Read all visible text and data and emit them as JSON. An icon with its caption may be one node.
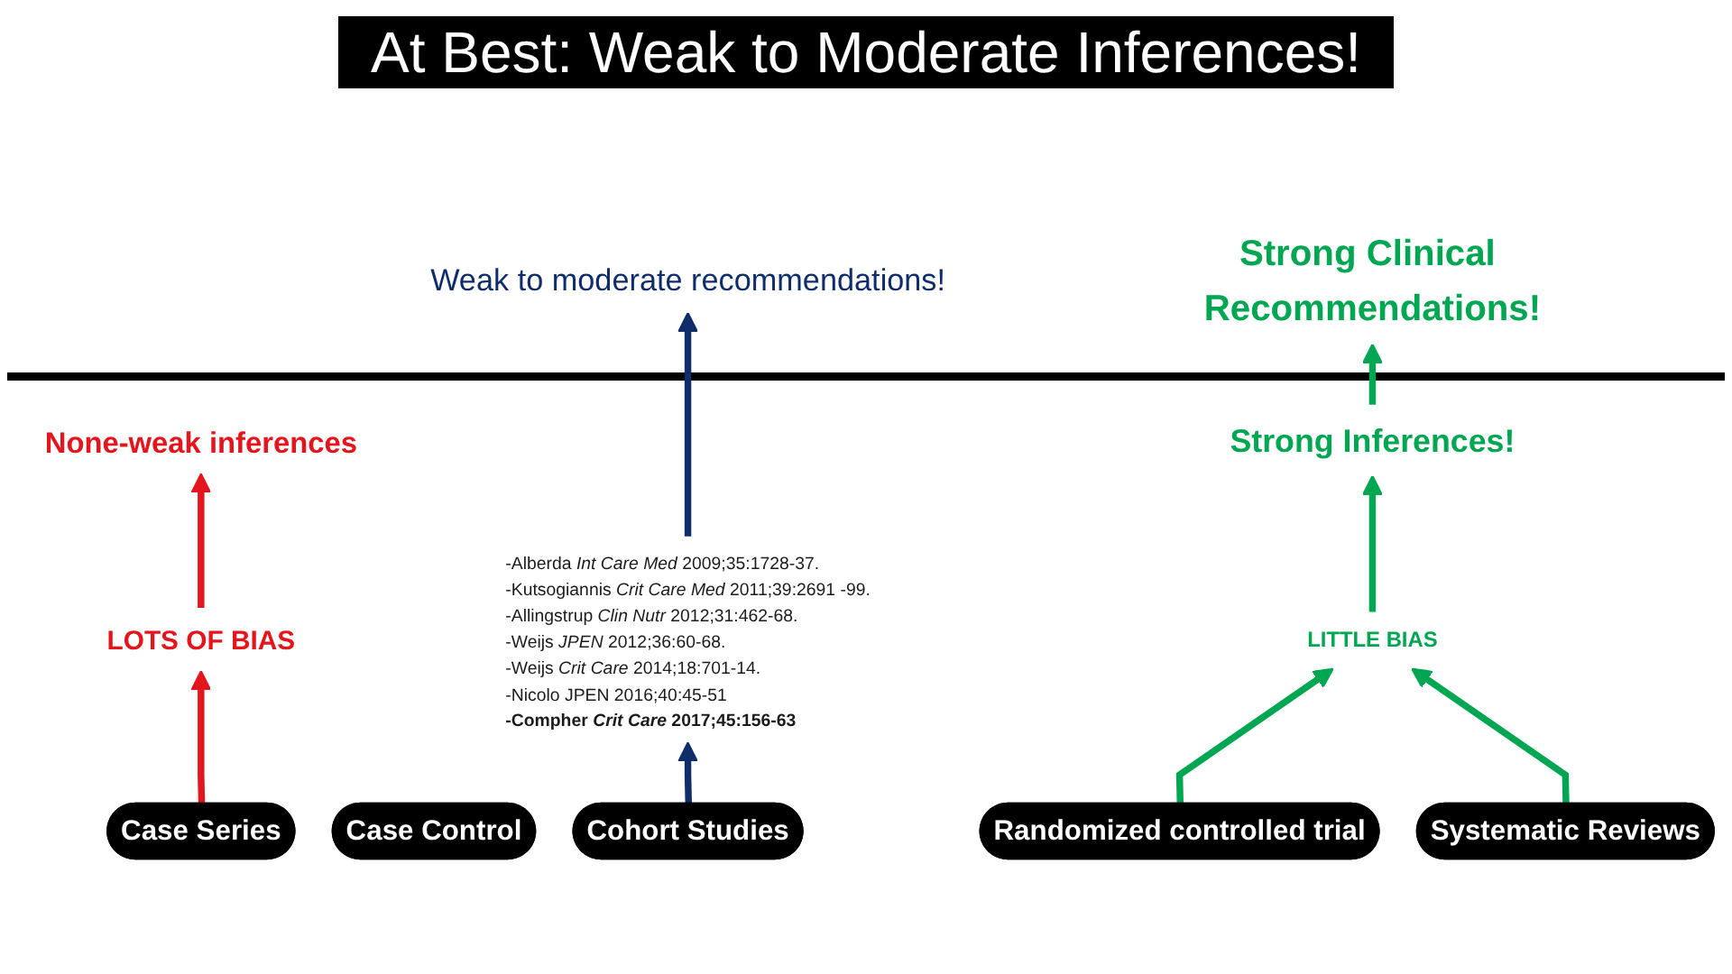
{
  "diagram": {
    "title": "At Best: Weak to Moderate Inferences!",
    "nodes": [
      {
        "text": [
          "Weak to moderate recommendations!"
        ]
      },
      {
        "text": [
          "Strong Clinical Recommendations!"
        ]
      },
      {
        "text": [
          "None-weak inferences"
        ]
      },
      {
        "text": [
          "-Alberda *Int Care Med* 2009;35:1728-37.",
          "-Kutsogiannis *Crit Care Med* 2011;39:2691 -99.",
          "-Allingstrup *Clin Nutr* 2012;31:462-68.",
          "-Weijs *JPEN* 2012;36:60-68.",
          "-Weijs *Crit Care* 2014;18:701-14.",
          "-Nicolo JPEN 2016;40:45-51",
          "-Compher *Crit Care* 2017;45:156-63"
        ]
      },
      {
        "text": [
          "Strong Inferences!"
        ]
      },
      {
        "text": [
          "LOTS OF BIAS"
        ]
      },
      {
        "text": [
          "LITTLE BIAS"
        ]
      },
      {
        "text": [
          "Case Series"
        ]
      },
      {
        "text": [
          "Case Control"
        ]
      },
      {
        "text": [
          "Cohort Studies"
        ]
      },
      {
        "text": [
          "Randomized controlled trial"
        ]
      },
      {
        "text": [
          "Systematic Reviews"
        ]
      }
    ],
    "edges": [
      {
        "from": 7,
        "to": 5,
        "arrow": "to",
        "color": "#e3151d"
      },
      {
        "from": 5,
        "to": 2,
        "arrow": "to",
        "color": "#e3151d"
      },
      {
        "from": 9,
        "to": 3,
        "arrow": "to",
        "color": "#0f2d6b"
      },
      {
        "from": 3,
        "to": 0,
        "arrow": "to",
        "color": "#0f2d6b"
      },
      {
        "from": 10,
        "to": 6,
        "arrow": "to",
        "color": "#00a651"
      },
      {
        "from": 11,
        "to": 6,
        "arrow": "to",
        "color": "#00a651"
      },
      {
        "from": 6,
        "to": 4,
        "arrow": "to",
        "color": "#00a651"
      },
      {
        "from": 4,
        "to": 1,
        "arrow": "to",
        "color": "#00a651"
      }
    ]
  }
}
